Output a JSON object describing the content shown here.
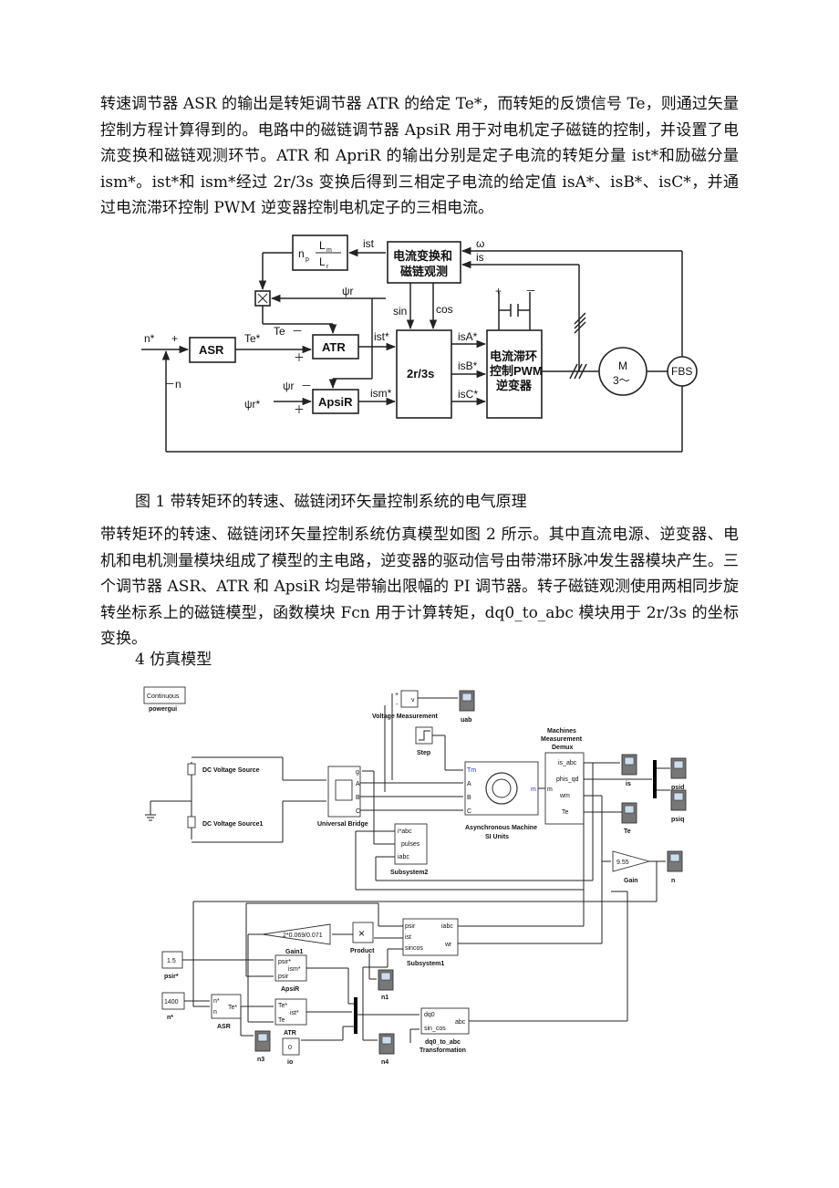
{
  "para1": "转速调节器 ASR 的输出是转矩调节器 ATR 的给定 Te*，而转矩的反馈信号 Te，则通过矢量控制方程计算得到的。电路中的磁链调节器 ApsiR 用于对电机定子磁链的控制，并设置了电流变换和磁链观测环节。ATR 和 ApriR 的输出分别是定子电流的转矩分量 ist*和励磁分量 ism*。ist*和 ism*经过 2r/3s 变换后得到三相定子电流的给定值 isA*、isB*、isC*，并通过电流滞环控制 PWM 逆变器控制电机定子的三相电流。",
  "figure1": {
    "caption": "图 1 带转矩环的转速、磁链闭环矢量控制系统的电气原理",
    "blocks": {
      "np": "n",
      "np_sub": "p",
      "lm": "L",
      "lm_sub": "m",
      "lr": "L",
      "lr_sub": "r",
      "current_transform_l1": "电流变换和",
      "current_transform_l2": "磁链观测",
      "asr": "ASR",
      "atr": "ATR",
      "apsir": "ApsiR",
      "conv": "2r/3s",
      "inverter_l1": "电流滞环",
      "inverter_l2": "控制PWM",
      "inverter_l3": "逆变器",
      "motor_m": "M",
      "motor_3": "3～",
      "fbs": "FBS"
    },
    "signals": {
      "n_star": "n*",
      "plus1": "+",
      "minus_n": "－n",
      "te_star": "Te*",
      "te": "Te",
      "minus1": "－",
      "plus2": "＋",
      "psir": "ψr",
      "psir2": "ψr",
      "minus2": "－",
      "psir_star": "ψr*",
      "plus3": "＋",
      "ist": "ist",
      "is": "is",
      "omega": "ω",
      "sin": "sin",
      "cos": "cos",
      "ist_star": "ist*",
      "ism_star": "ism*",
      "isa": "isA*",
      "isb": "isB*",
      "isc": "isC*",
      "dc_plus": "+",
      "dc_minus": "－"
    }
  },
  "para2": "带转矩环的转速、磁链闭环矢量控制系统仿真模型如图 2 所示。其中直流电源、逆变器、电机和电机测量模块组成了模型的主电路，逆变器的驱动信号由带滞环脉冲发生器模块产生。三个调节器 ASR、ATR 和 ApsiR 均是带输出限幅的 PI 调节器。转子磁链观测使用两相同步旋转坐标系上的磁链模型，函数模块 Fcn 用于计算转矩，dq0_to_abc 模块用于 2r/3s 的坐标变换。",
  "section_heading": "4 仿真模型",
  "simulink": {
    "powergui": "Continuous",
    "powergui_label": "powergui",
    "dc1": "DC Voltage Source",
    "dc2": "DC Voltage Source1",
    "bridge": "Universal Bridge",
    "bridge_g": "g",
    "bridge_a": "A",
    "bridge_b": "B",
    "bridge_c": "C",
    "vm": "Voltage Measurement",
    "vm_v": "v",
    "vm_plus": "+",
    "vm_minus": "-",
    "uab": "uab",
    "step": "Step",
    "tm": "Tm",
    "m_out": "m",
    "m_in": "m",
    "asm_a": "A",
    "asm_b": "B",
    "asm_c": "C",
    "asm_l1": "Asynchronous Machine",
    "asm_l2": "SI Units",
    "demux_l1": "Machines",
    "demux_l2": "Measurement",
    "demux_l3": "Demux",
    "is_abc": "is_abc",
    "phis_qd": "phis_qd",
    "wm": "wm",
    "te_port": "Te",
    "scope_is": "is",
    "scope_te": "Te",
    "scope_psid": "psid",
    "scope_psiq": "psiq",
    "gain_val": "9.55",
    "gain_label": "Gain",
    "scope_n": "n",
    "sub2_iabc_star": "i*abc",
    "sub2_pulses": "pulses",
    "sub2_iabc": "iabc",
    "sub2_label": "Subsystem2",
    "gain1_val": "2*0.069/0.071",
    "gain1_label": "Gain1",
    "product_label": "Product",
    "product_sym": "×",
    "sub1_psir": "psir",
    "sub1_ist": "ist",
    "sub1_sincos": "sincos",
    "sub1_iabc": "iabc",
    "sub1_wr": "wr",
    "sub1_label": "Subsystem1",
    "const_psir": "1.5",
    "const_psir_label": "psir*",
    "apsir_in1": "psir*",
    "apsir_in2": "psir",
    "apsir_out": "ism*",
    "apsir_label": "ApsiR",
    "scope_n1": "n1",
    "const_n": "1400",
    "const_n_label": "n*",
    "asr_in1": "n*",
    "asr_in2": "n",
    "asr_out": "Te*",
    "asr_label": "ASR",
    "atr_in1": "Te*",
    "atr_in2": "Te",
    "atr_out": "ist*",
    "atr_label": "ATR",
    "dq0_in1": "dq0",
    "dq0_in2": "sin_cos",
    "dq0_out": "abc",
    "dq0_l1": "dq0_to_abc",
    "dq0_l2": "Transformation",
    "const_0": "0",
    "const_0_label": "io",
    "scope_n3": "n3",
    "scope_n4": "n4"
  }
}
